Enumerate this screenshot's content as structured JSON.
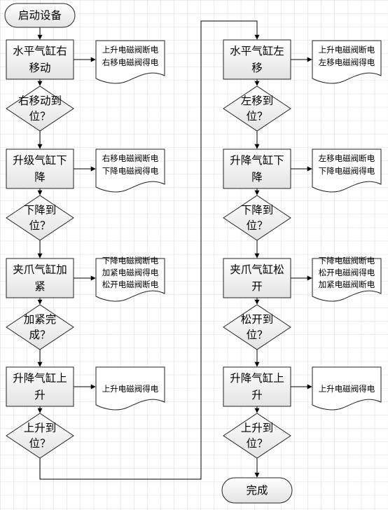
{
  "flowchart": {
    "left": {
      "start": "启动设备",
      "steps": [
        {
          "process": [
            "水平气缸右",
            "移动"
          ],
          "note": [
            "上升电磁阀断电",
            "右移电磁阀得电"
          ],
          "decision": [
            "右移动到",
            "位？"
          ]
        },
        {
          "process": [
            "升级气缸下",
            "降"
          ],
          "note": [
            "右移电磁阀断电",
            "下降电磁阀得电"
          ],
          "decision": [
            "下降到",
            "位？"
          ]
        },
        {
          "process": [
            "夹爪气缸加",
            "紧"
          ],
          "note": [
            "下降电磁阀断电",
            "加紧电磁阀得电",
            "松开电磁阀断电"
          ],
          "decision": [
            "加紧完",
            "成？"
          ]
        },
        {
          "process": [
            "升降气缸上",
            "升"
          ],
          "note": [
            "上升电磁阀得电"
          ],
          "decision": [
            "上升到",
            "位？"
          ]
        }
      ]
    },
    "right": {
      "steps": [
        {
          "process": [
            "水平气缸左",
            "移"
          ],
          "note": [
            "上升电磁阀断电",
            "左移电磁阀得电"
          ],
          "decision": [
            "左移到",
            "位？"
          ]
        },
        {
          "process": [
            "升降气缸下",
            "降"
          ],
          "note": [
            "左移电磁阀断电",
            "下降电磁阀得电"
          ],
          "decision": [
            "下降到",
            "位？"
          ]
        },
        {
          "process": [
            "夹爪气缸松",
            "开"
          ],
          "note": [
            "下降电磁阀断电",
            "松开电磁阀得电",
            "加紧电磁阀断电"
          ],
          "decision": [
            "松开到",
            "位？"
          ]
        },
        {
          "process": [
            "升降气缸上",
            "升"
          ],
          "note": [
            "上升电磁阀得电"
          ],
          "decision": [
            "上升到",
            "位？"
          ]
        }
      ],
      "end": "完成"
    }
  }
}
